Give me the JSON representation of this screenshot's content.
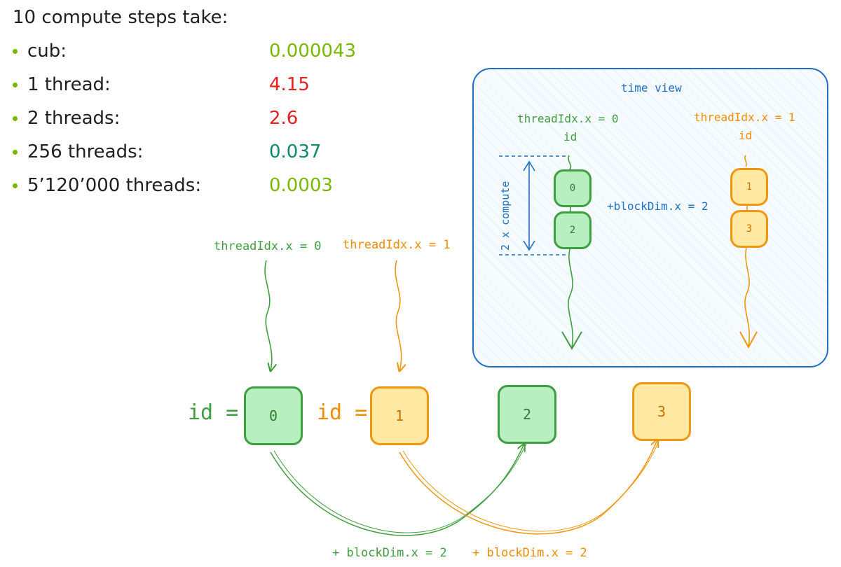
{
  "intro_text": "10 compute steps take:",
  "timings": [
    {
      "label": "cub:",
      "value": "0.000043",
      "color": "#76b900"
    },
    {
      "label": "1 thread:",
      "value": "4.15",
      "color": "#e62020"
    },
    {
      "label": "2 threads:",
      "value": "2.6",
      "color": "#e62020"
    },
    {
      "label": "256 threads:",
      "value": "0.037",
      "color": "#0f8a6a"
    },
    {
      "label": "5’120’000 threads:",
      "value": "0.0003",
      "color": "#76b900"
    }
  ],
  "main_diagram": {
    "thread0_label": "threadIdx.x = 0",
    "thread1_label": "threadIdx.x = 1",
    "id_label_0": "id =",
    "id_label_1": "id =",
    "boxes": [
      "0",
      "1",
      "2",
      "3"
    ],
    "stride_label_0": "+ blockDim.x = 2",
    "stride_label_1": "+ blockDim.x = 2"
  },
  "time_view": {
    "title": "time view",
    "thread0_label": "threadIdx.x = 0",
    "thread1_label": "threadIdx.x = 1",
    "id_caption_0": "id",
    "id_caption_1": "id",
    "thread0_boxes": [
      "0",
      "2"
    ],
    "thread1_boxes": [
      "1",
      "3"
    ],
    "stride_label": "+blockDim.x = 2",
    "compute_label": "2 x compute"
  },
  "colors": {
    "green": "#3f9e3f",
    "green_fill": "#b8efc0",
    "orange": "#f0960f",
    "orange_fill": "#ffe9a3",
    "blue": "#1c6fc2",
    "bullet": "#76b900"
  }
}
